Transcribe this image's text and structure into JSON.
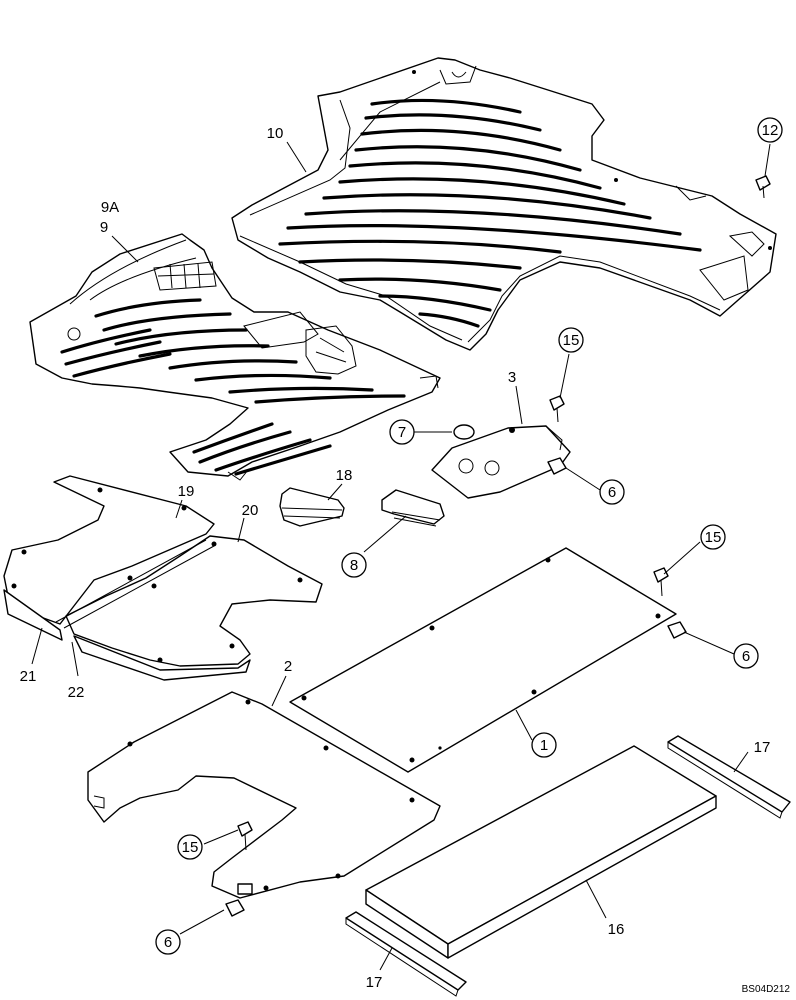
{
  "diagram_code": "BS04D212",
  "callouts": {
    "c1": "1",
    "c2": "2",
    "c3": "3",
    "c6a": "6",
    "c6b": "6",
    "c6c": "6",
    "c7": "7",
    "c8": "8",
    "c9": "9",
    "c9a": "9A",
    "c10": "10",
    "c12": "12",
    "c15a": "15",
    "c15b": "15",
    "c15c": "15",
    "c16": "16",
    "c17a": "17",
    "c17b": "17",
    "c18": "18",
    "c19": "19",
    "c20": "20",
    "c21": "21",
    "c22": "22"
  }
}
